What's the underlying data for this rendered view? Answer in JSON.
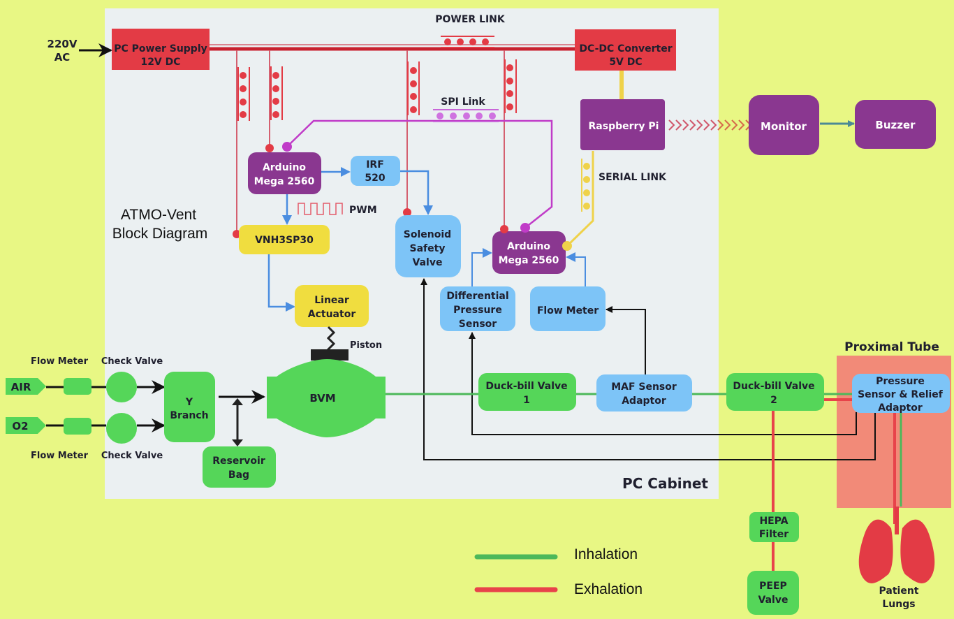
{
  "title": {
    "line1": "ATMO-Vent",
    "line2": "Block Diagram"
  },
  "regions": {
    "pc_cabinet": "PC Cabinet",
    "proximal_tube": "Proximal Tube"
  },
  "inputs": {
    "mains": {
      "line1": "220V",
      "line2": "AC"
    },
    "air": "AIR",
    "o2": "O2"
  },
  "link_labels": {
    "power": "POWER LINK",
    "spi": "SPI Link",
    "serial": "SERIAL LINK",
    "pwm": "PWM",
    "piston": "Piston"
  },
  "small_labels": {
    "flow_meter_top": "Flow Meter",
    "check_valve_top": "Check Valve",
    "flow_meter_bottom": "Flow Meter",
    "check_valve_bottom": "Check Valve"
  },
  "blocks": {
    "psu": {
      "line1": "PC Power Supply",
      "line2": "12V DC"
    },
    "dcdc": {
      "line1": "DC-DC Converter",
      "line2": "5V DC"
    },
    "rpi": {
      "line1": "Raspberry Pi"
    },
    "monitor": {
      "line1": "Monitor"
    },
    "buzzer": {
      "line1": "Buzzer"
    },
    "arduino1": {
      "line1": "Arduino",
      "line2": "Mega 2560"
    },
    "irf": {
      "line1": "IRF",
      "line2": "520"
    },
    "vnh": {
      "line1": "VNH3SP30"
    },
    "actuator": {
      "line1": "Linear",
      "line2": "Actuator"
    },
    "solenoid": {
      "line1": "Solenoid",
      "line2": "Safety",
      "line3": "Valve"
    },
    "arduino2": {
      "line1": "Arduino",
      "line2": "Mega 2560"
    },
    "diffp": {
      "line1": "Differential",
      "line2": "Pressure",
      "line3": "Sensor"
    },
    "flowmeter": {
      "line1": "Flow Meter"
    },
    "ybranch": {
      "line1": "Y",
      "line2": "Branch"
    },
    "reservoir": {
      "line1": "Reservoir",
      "line2": "Bag"
    },
    "bvm": {
      "line1": "BVM"
    },
    "duck1": {
      "line1": "Duck-bill Valve",
      "line2": "1"
    },
    "maf": {
      "line1": "MAF Sensor",
      "line2": "Adaptor"
    },
    "duck2": {
      "line1": "Duck-bill Valve",
      "line2": "2"
    },
    "pressure": {
      "line1": "Pressure",
      "line2": "Sensor & Relief",
      "line3": "Adaptor"
    },
    "hepa": {
      "line1": "HEPA",
      "line2": "Filter"
    },
    "peep": {
      "line1": "PEEP",
      "line2": "Valve"
    },
    "lungs": {
      "line1": "Patient",
      "line2": "Lungs"
    }
  },
  "legend": [
    {
      "label": "Inhalation",
      "color": "#4cb85a"
    },
    {
      "label": "Exhalation",
      "color": "#e8434a"
    }
  ],
  "colors": {
    "power": "#e33b45",
    "arduino": "#8a3790",
    "sensor": "#7dc4f7",
    "actuator": "#f0dd3f",
    "pneumatic": "#55d659",
    "cabinet": "#ebf0f2",
    "proximal": "#f28a78",
    "background": "#e8f784"
  }
}
